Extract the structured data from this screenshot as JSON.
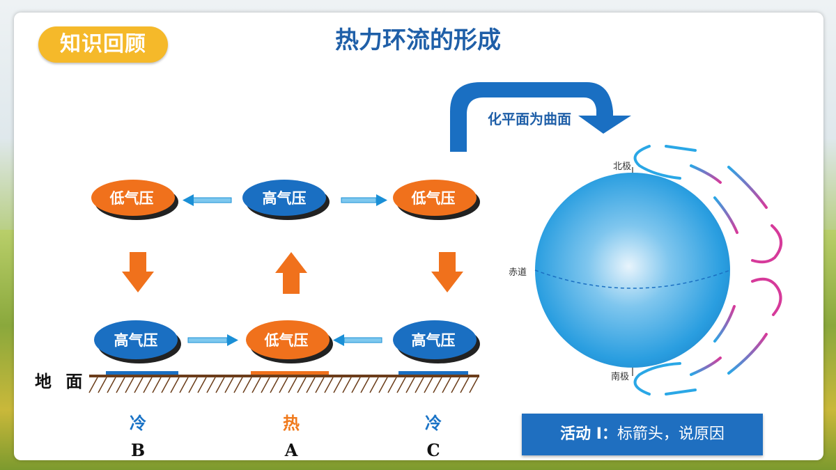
{
  "header": {
    "badge": "知识回顾",
    "title": "热力环流的形成"
  },
  "pressure": {
    "low": "低气压",
    "high": "高气压"
  },
  "ground": {
    "label": "地 面"
  },
  "temperature": {
    "cold": "冷",
    "hot": "热"
  },
  "positions": {
    "b": "B",
    "a": "A",
    "c": "C"
  },
  "curve": {
    "label": "化平面为曲面"
  },
  "globe": {
    "north": "北极",
    "equator": "赤道",
    "south": "南极"
  },
  "activity": {
    "prefix": "活动 I：",
    "text": "标箭头，说原因"
  },
  "colors": {
    "blue": "#1a6fc2",
    "orange": "#f0711c",
    "navy": "#1f5fa8",
    "badge": "#f5b92a"
  }
}
